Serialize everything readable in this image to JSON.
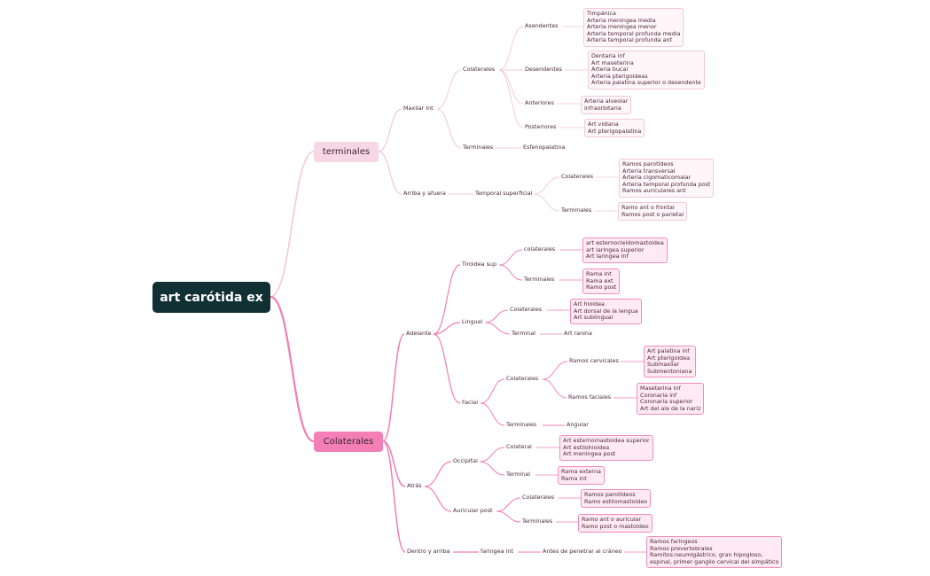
{
  "root": "art carótida ex",
  "branches": {
    "terminales": "terminales",
    "colaterales": "Colaterales"
  },
  "nodes": {
    "maxilar_int": "Maxilar int",
    "arriba_afuera": "Arriba y afuera",
    "colaterales_max": "Colaterales",
    "terminales_max": "Terminales",
    "asendentes": "Asendentes",
    "desendentes": "Desendentes",
    "anteriores": "Anteriores",
    "posteriores": "Posteriores",
    "esfenopalatina": "Esfenopalatina",
    "temporal_superficial": "Temporal superficial",
    "colaterales_temp": "Colaterales",
    "terminales_temp": "Terminales",
    "adelante": "Adelante",
    "atras": "Atrás",
    "dentro_arriba": "Dentro y arriba",
    "tiroidea_sup": "Tiroidea sup",
    "lingual": "Lingual",
    "facial": "Facial",
    "occipital": "Occipital",
    "auricular_post": "Auricular post",
    "faringea_int": "faringea int",
    "tir_colaterales": "colaterales",
    "tir_terminales": "Terminales",
    "ling_colaterales": "Colaterales",
    "ling_terminal": "Terminal",
    "art_ranina": "Art ranina",
    "fac_colaterales": "Colaterales",
    "fac_terminales": "Terminales",
    "ramos_cervicales": "Ramos cervicales",
    "ramos_faciales": "Ramos faciales",
    "angular": "Angular",
    "occ_colateral": "Colateral",
    "occ_terminal": "Terminal",
    "aur_colaterales": "Colaterales",
    "aur_terminales": "Terminales",
    "antes_craneo": "Antes de penetrar al cráneo"
  },
  "lists": {
    "asendentes": [
      "Timpánica",
      "Arteria meningea media",
      "Arteria meningea menor",
      "Arteria temporal profunda media",
      "Arteria temporal profunda ant"
    ],
    "desendentes": [
      "Dentaria inf",
      "Art maseterina",
      "Arteria bucal",
      "Arteria pterigoideas",
      "Arteria palatina superior o desendente"
    ],
    "anteriores": [
      "Arteria alveolar",
      "infraorbitaria"
    ],
    "posteriores": [
      "Art vidiana",
      "Art pterigopalatina"
    ],
    "temp_colaterales": [
      "Ramos parotídeos",
      "Arteria transversal",
      "Arteria cigomaticomalar",
      "Arteria temporal profunda post",
      "Ramos auriculares ant"
    ],
    "temp_terminales": [
      "Ramo ant o frontal",
      "Ramos post o parietal"
    ],
    "tir_colaterales": [
      "art esternocleidomastoidea",
      "art laringea superior",
      "Art laringea inf"
    ],
    "tir_terminales": [
      "Rama int",
      "Rama ext",
      "Ramo post"
    ],
    "ling_colaterales": [
      "Art hioidea",
      "Art dorsal de la lengua",
      "Art sublingual"
    ],
    "ramos_cervicales": [
      "Art palatina inf",
      "Art pterigoidea",
      "Submaxilar",
      "Submentoniana"
    ],
    "ramos_faciales": [
      "Maseterina inf",
      "Coronaria inf",
      "Coronaria superior",
      "Art del ala de la nariz"
    ],
    "occ_colateral": [
      "Art esternomastoidea superior",
      "Art estilohioidea",
      "Art meningea post"
    ],
    "occ_terminal": [
      "Rama externa",
      "Rama int"
    ],
    "aur_colaterales": [
      "Ramos parotídeos",
      "Ramo estilomastoideo"
    ],
    "aur_terminales": [
      "Ramo ant o auricular",
      "Ramo post o mastoideo"
    ],
    "antes_craneo": [
      "Ramos faringeos",
      "Ramos prevertebrales",
      "Ramitos:neumigástrico, gran hipogloso,",
      "espinal, primer ganglio cervical del simpático"
    ]
  },
  "colors": {
    "root_bg": "#113033",
    "terminales_branch": "#f7d7e4",
    "colaterales_branch": "#f37fb6",
    "light_line": "#f2c9d8",
    "pink_line": "#f27db2"
  }
}
